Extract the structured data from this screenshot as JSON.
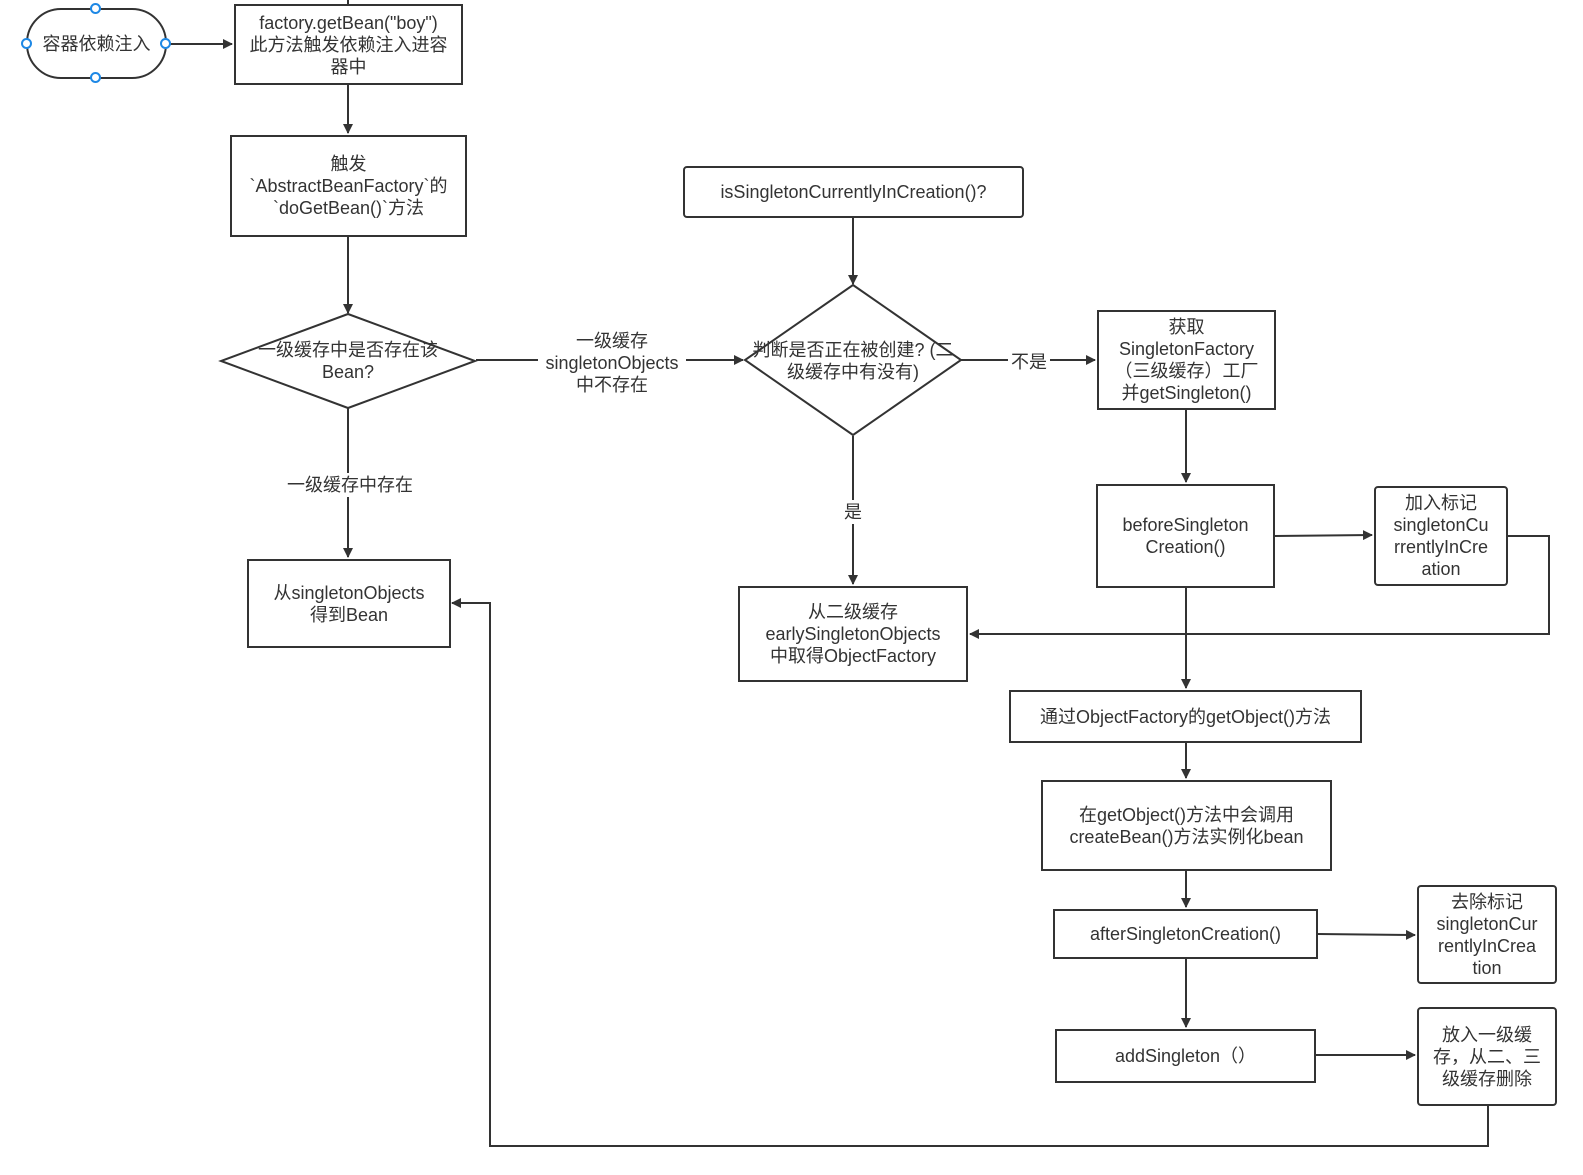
{
  "diagram": {
    "start": {
      "label": "容器依赖注入"
    },
    "nodes": {
      "get_bean": [
        "factory.getBean(\"boy\")",
        "此方法触发依赖注入进容",
        "器中"
      ],
      "do_get_bean": [
        "触发",
        "`AbstractBeanFactory`的",
        "`doGetBean()`方法"
      ],
      "check_l1": [
        "一级缓存中是否存在该",
        "Bean?"
      ],
      "from_l1": [
        "从singletonObjects",
        "得到Bean"
      ],
      "is_creating": [
        "isSingletonCurrentlyInCreation()?"
      ],
      "check_creating": [
        "判断是否正在被创建?",
        "(二级缓存中有没有)"
      ],
      "from_l2": [
        "从二级缓存",
        "earlySingletonObjects",
        "中取得ObjectFactory"
      ],
      "get_factory": [
        "获取",
        "SingletonFactory",
        "（三级缓存）工厂",
        "并getSingleton()"
      ],
      "before_creation": [
        "beforeSingleton",
        "Creation()"
      ],
      "add_mark": [
        "加入标记",
        "singletonCu",
        "rrentlyInCre",
        "ation"
      ],
      "get_object": [
        "通过ObjectFactory的getObject()方法"
      ],
      "create_bean": [
        "在getObject()方法中会调用",
        "createBean()方法实例化bean"
      ],
      "after_creation": [
        "afterSingletonCreation()"
      ],
      "remove_mark": [
        "去除标记",
        "singletonCur",
        "rentlyInCrea",
        "tion"
      ],
      "add_singleton": [
        "addSingleton（）"
      ],
      "put_l1": [
        "放入一级缓",
        "存，从二、三",
        "级缓存删除"
      ]
    },
    "edge_labels": {
      "l1_missing": [
        "一级缓存",
        "singletonObjects",
        "中不存在"
      ],
      "l1_present": [
        "一级缓存中存在"
      ],
      "not_creating": [
        "不是"
      ],
      "is_creating": [
        "是"
      ]
    },
    "colors": {
      "line": "#333333",
      "handle": "#1e88e5"
    }
  }
}
